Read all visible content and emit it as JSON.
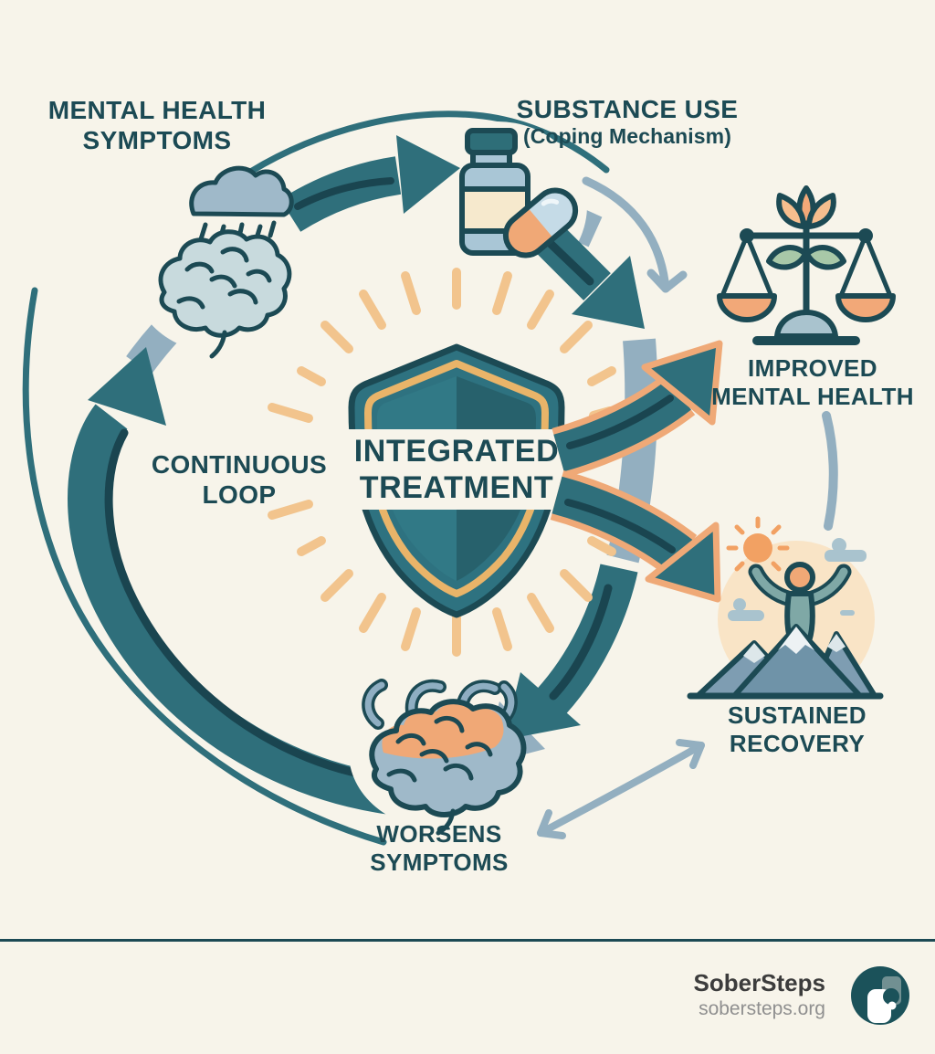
{
  "diagram": {
    "title": "dual-diagnosis cycle with integrated treatment",
    "nodes": {
      "mental_health": {
        "line1": "MENTAL HEALTH",
        "line2": "SYMPTOMS"
      },
      "substance_use": {
        "line1": "SUBSTANCE USE",
        "line2": "(Coping Mechanism)"
      },
      "worsens_symptoms": {
        "line1": "WORSENS",
        "line2": "SYMPTOMS"
      },
      "continuous_loop": {
        "line1": "CONTINUOUS",
        "line2": "LOOP"
      },
      "center": {
        "line1": "INTEGRATED",
        "line2": "TREATMENT"
      },
      "improved_mental_health": {
        "line1": "IMPROVED",
        "line2": "MENTAL HEALTH"
      },
      "sustained_recovery": {
        "line1": "SUSTAINED",
        "line2": "RECOVERY"
      }
    },
    "icons": [
      "storm-brain-icon",
      "pill-bottle-icon",
      "capsule-icon",
      "shield-icon",
      "balance-scale-plant-icon",
      "person-summit-icon",
      "inflamed-brain-icon"
    ],
    "colors": {
      "background": "#F7F4EA",
      "teal_dark": "#1C4A54",
      "teal": "#2F6F7B",
      "teal_stripe": "#1A4550",
      "blue_gray": "#93AFC0",
      "orange": "#F0A876",
      "ray_peach": "#F2C48D",
      "gold": "#E9B469",
      "recovery_peach": "#F9E4C6"
    }
  },
  "footer": {
    "brand": "SoberSteps",
    "url": "sobersteps.org"
  }
}
